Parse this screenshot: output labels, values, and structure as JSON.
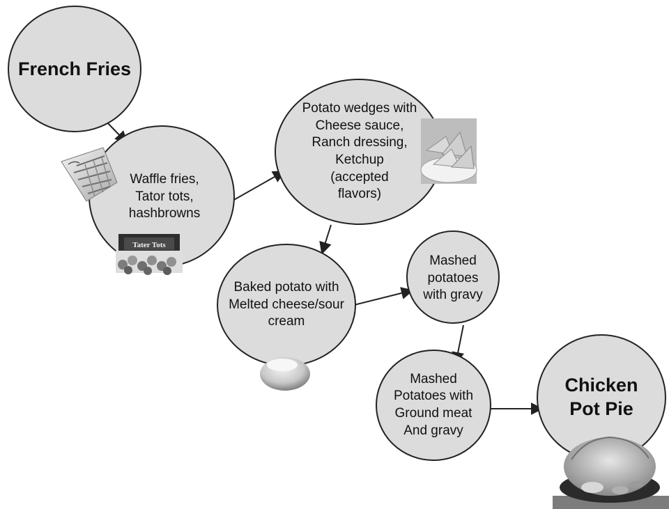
{
  "diagram": {
    "nodes": [
      {
        "id": "french-fries",
        "label": "French Fries",
        "emphasis": "bold"
      },
      {
        "id": "waffle-fries",
        "label": "Waffle fries,\nTator tots,\nhashbrowns",
        "emphasis": "normal"
      },
      {
        "id": "potato-wedges",
        "label": "Potato wedges with\nCheese sauce,\nRanch dressing,\nKetchup\n(accepted\nflavors)",
        "emphasis": "normal"
      },
      {
        "id": "baked-potato",
        "label": "Baked potato with\nMelted cheese/sour\ncream",
        "emphasis": "normal"
      },
      {
        "id": "mashed-gravy",
        "label": "Mashed\npotatoes\nwith gravy",
        "emphasis": "normal"
      },
      {
        "id": "mashed-meat",
        "label": "Mashed\nPotatoes with\nGround meat\nAnd gravy",
        "emphasis": "normal"
      },
      {
        "id": "chicken-pot-pie",
        "label": "Chicken\nPot Pie",
        "emphasis": "bold"
      }
    ],
    "edges": [
      {
        "from": "french-fries",
        "to": "waffle-fries"
      },
      {
        "from": "waffle-fries",
        "to": "potato-wedges"
      },
      {
        "from": "potato-wedges",
        "to": "baked-potato"
      },
      {
        "from": "baked-potato",
        "to": "mashed-gravy"
      },
      {
        "from": "mashed-gravy",
        "to": "mashed-meat"
      },
      {
        "from": "mashed-meat",
        "to": "chicken-pot-pie"
      }
    ],
    "photos": [
      {
        "id": "waffle-fries-bag",
        "depicts": "bag of waffle fries"
      },
      {
        "id": "tater-tots-box",
        "depicts": "tater tots box with tots",
        "text": "Tater Tots"
      },
      {
        "id": "potato-wedges-bowl",
        "depicts": "bowl of potato wedges"
      },
      {
        "id": "baked-potato-photo",
        "depicts": "baked potato"
      },
      {
        "id": "pot-pie-photo",
        "depicts": "chicken pot pie in a dish"
      }
    ],
    "colors": {
      "node_fill": "#dcdcdc",
      "node_stroke": "#222222",
      "arrow": "#222222",
      "text": "#111111"
    }
  }
}
